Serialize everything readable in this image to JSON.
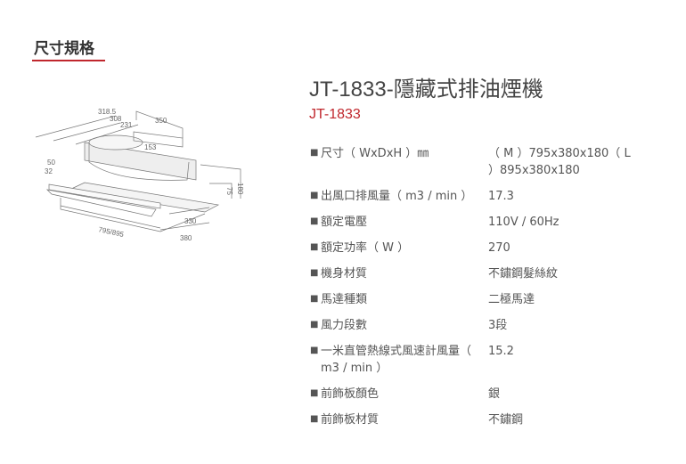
{
  "section": {
    "title": "尺寸規格"
  },
  "product": {
    "title": "JT-1833-隱藏式排油煙機",
    "model": "JT-1833"
  },
  "diagram": {
    "dims": [
      "318.5",
      "308",
      "231",
      "350",
      "153",
      "50",
      "32",
      "75",
      "180",
      "330",
      "380",
      "795/895"
    ]
  },
  "specs": [
    {
      "label": "尺寸（ WxDxH ）㎜",
      "value": "（ M ）795x380x180（ L ）895x380x180"
    },
    {
      "label": "出風口排風量（ m3 / min ）",
      "value": "17.3"
    },
    {
      "label": "額定電壓",
      "value": "110V / 60Hz"
    },
    {
      "label": "額定功率（ W ）",
      "value": "270"
    },
    {
      "label": "機身材質",
      "value": "不鏽鋼髮絲紋"
    },
    {
      "label": "馬達種類",
      "value": "二極馬達"
    },
    {
      "label": "風力段數",
      "value": "3段"
    },
    {
      "label": "一米直管熱線式風速計風量（ m3 / min ）",
      "value": "15.2"
    },
    {
      "label": "前飾板顏色",
      "value": "銀"
    },
    {
      "label": "前飾板材質",
      "value": "不鏽鋼"
    }
  ]
}
